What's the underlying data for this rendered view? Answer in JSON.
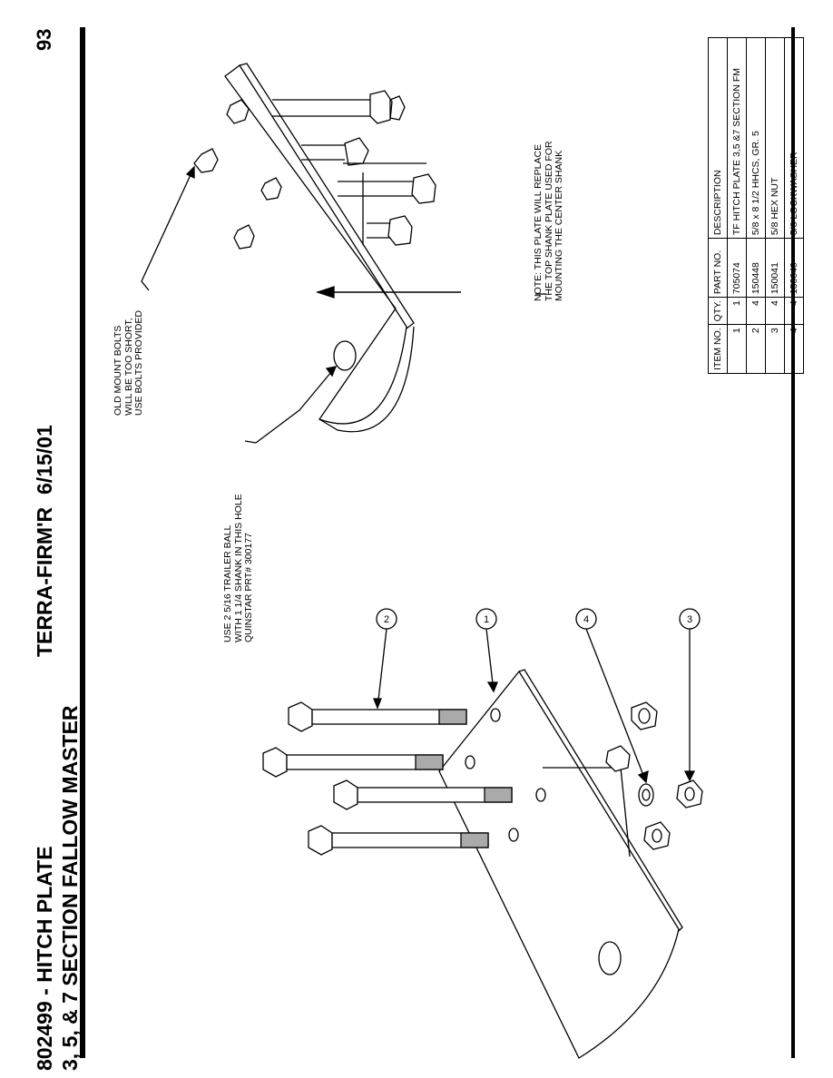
{
  "header": {
    "title_line1": "802499 - HITCH PLATE",
    "title_line2": "3, 5, & 7 SECTION FALLOW MASTER",
    "brand": "TERRA-FIRM'R",
    "date": "6/15/01",
    "page_number": "93"
  },
  "callouts": {
    "trailer_ball": [
      "USE 2 5/16 TRAILER BALL",
      "WITH 1 1/4 SHANK IN THIS HOLE",
      "QUINSTAR PRT# 300177"
    ],
    "old_bolts": [
      "OLD MOUNT BOLTS",
      "WILL BE TOO SHORT,",
      "USE BOLTS PROVIDED"
    ],
    "note": [
      "NOTE:  THIS PLATE WILL REPLACE",
      "THE TOP SHANK PLATE USED FOR",
      "MOUNTING THE CENTER SHANK"
    ]
  },
  "balloons": [
    "1",
    "2",
    "3",
    "4"
  ],
  "parts_table": {
    "headers": [
      "ITEM NO.",
      "QTY.",
      "PART NO.",
      "DESCRIPTION"
    ],
    "rows": [
      [
        "1",
        "1",
        "705074",
        "TF HITCH PLATE 3,5 &7 SECTION FM"
      ],
      [
        "2",
        "4",
        "150448",
        "5/8 x 8 1/2 HHCS, GR. 5"
      ],
      [
        "3",
        "4",
        "150041",
        "5/8 HEX NUT"
      ],
      [
        "4",
        "4",
        "150040",
        "5/8 LOCKWASHER"
      ]
    ]
  }
}
